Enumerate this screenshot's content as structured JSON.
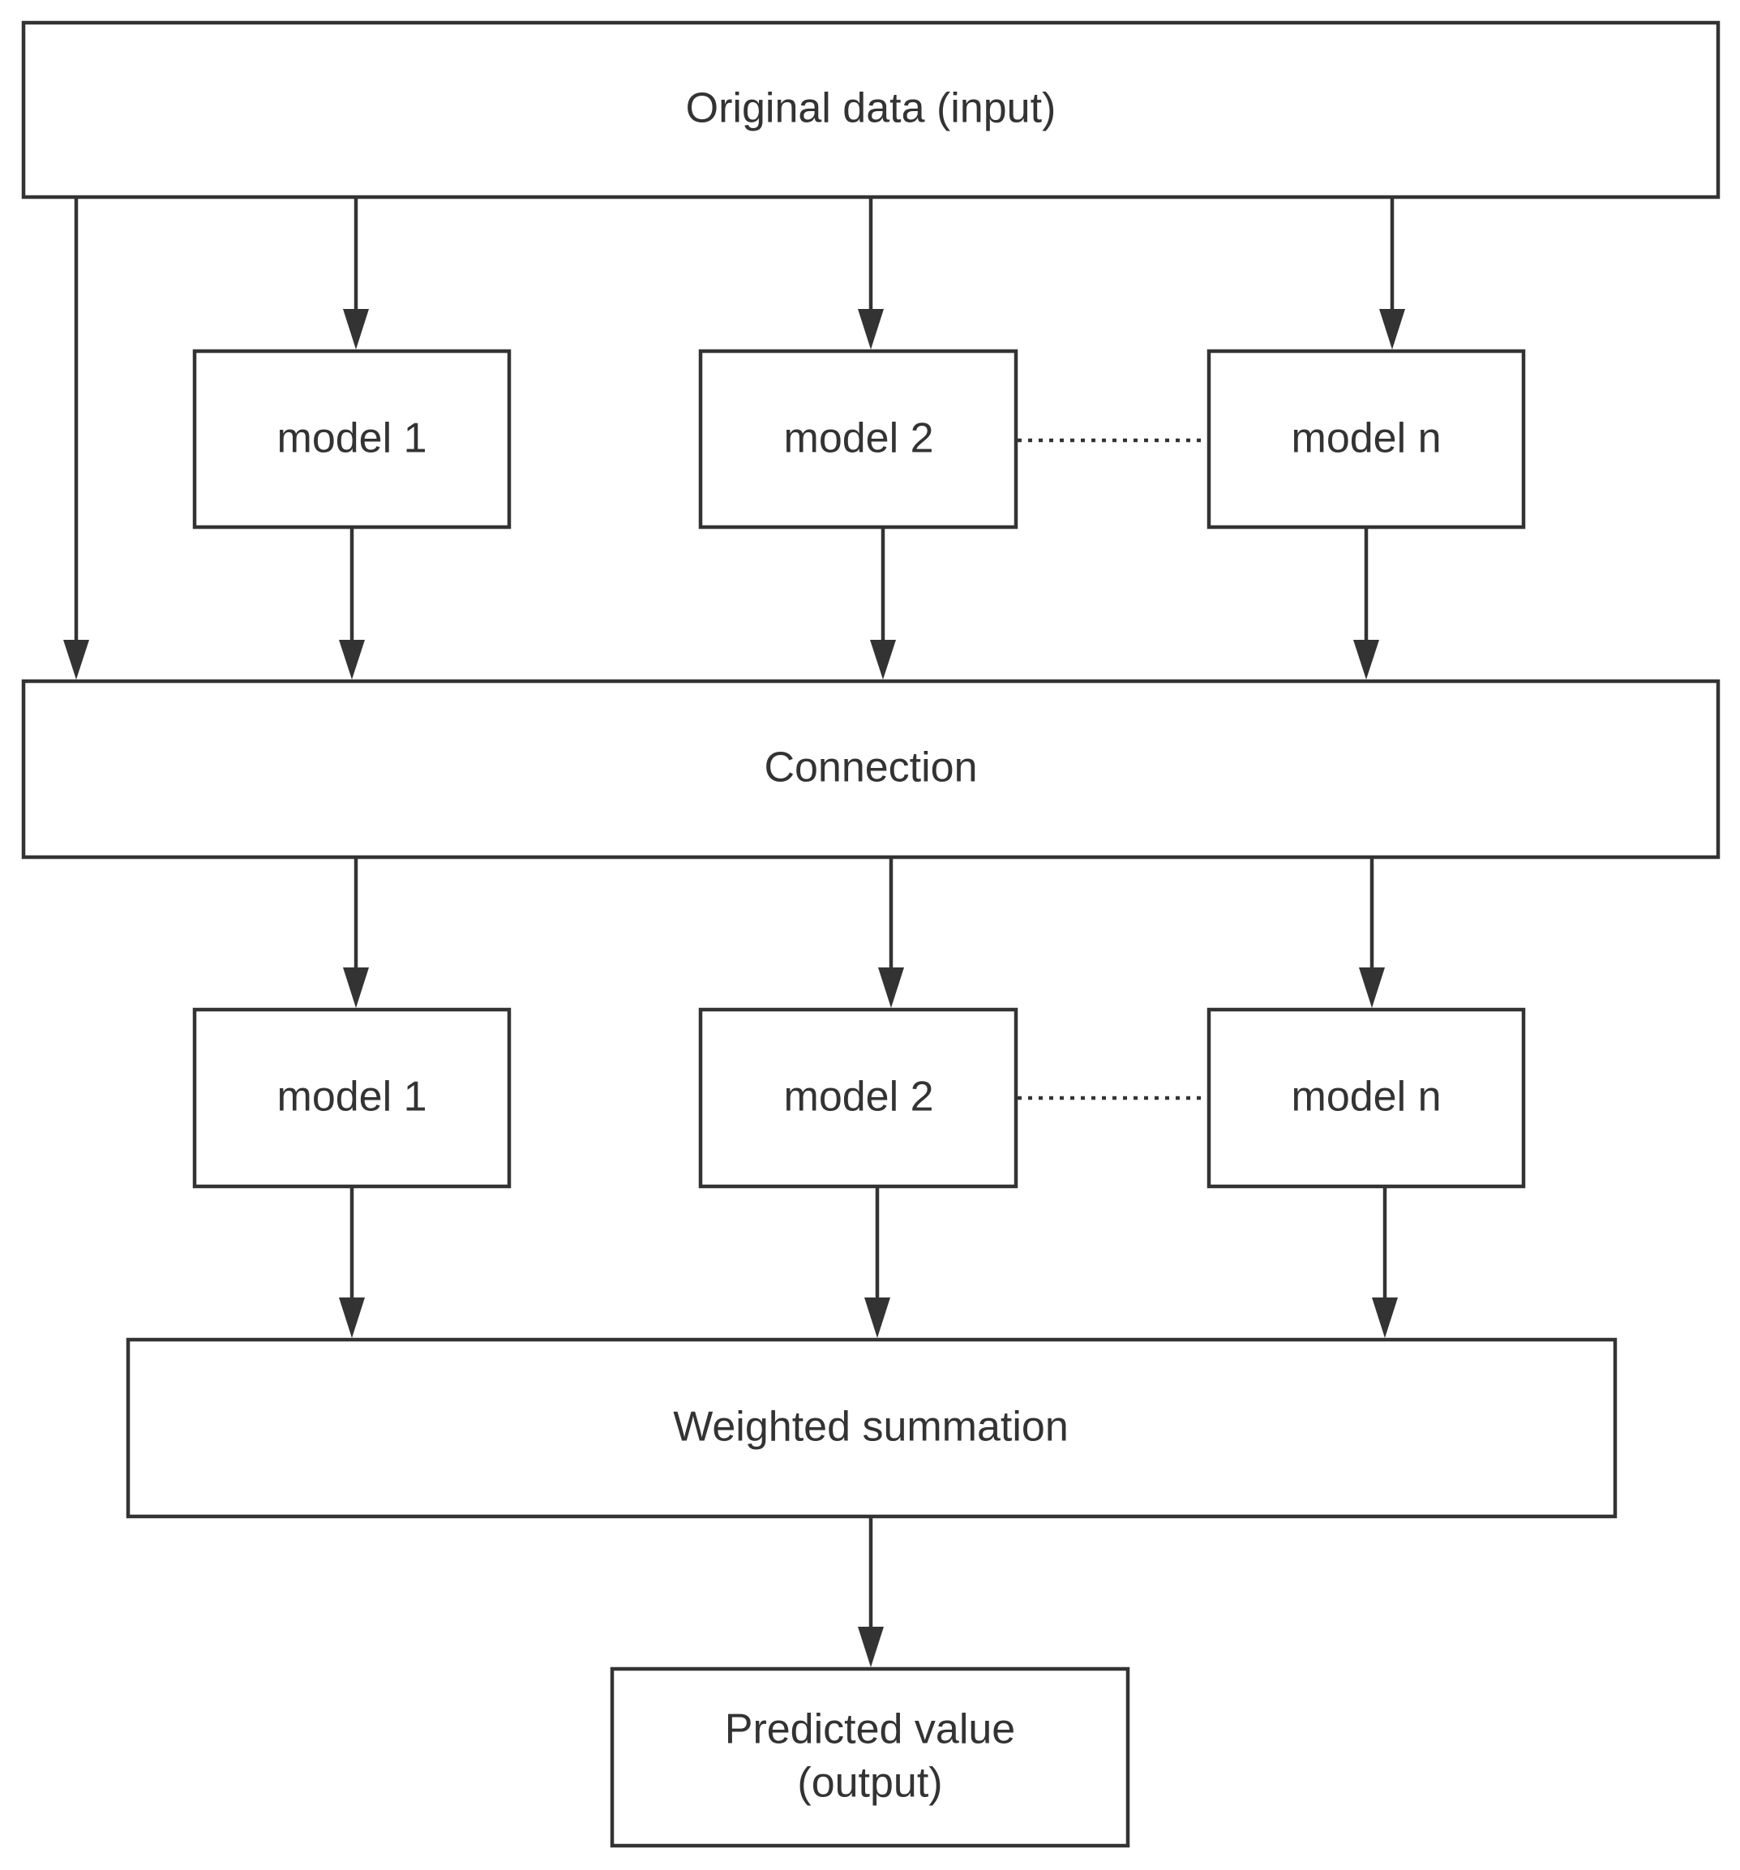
{
  "nodes": {
    "input": {
      "label": "Original data (input)"
    },
    "model1_a": {
      "label": "model 1"
    },
    "model2_a": {
      "label": "model 2"
    },
    "modeln_a": {
      "label": "model n"
    },
    "connection": {
      "label": "Connection"
    },
    "model1_b": {
      "label": "model 1"
    },
    "model2_b": {
      "label": "model 2"
    },
    "modeln_b": {
      "label": "model n"
    },
    "weighted": {
      "label": "Weighted summation"
    },
    "output": {
      "line1": "Predicted value",
      "line2": "(output)"
    }
  },
  "edges": [
    {
      "from": "input",
      "to": "connection"
    },
    {
      "from": "input",
      "to": "model1_a"
    },
    {
      "from": "input",
      "to": "model2_a"
    },
    {
      "from": "input",
      "to": "modeln_a"
    },
    {
      "from": "model1_a",
      "to": "connection"
    },
    {
      "from": "model2_a",
      "to": "connection"
    },
    {
      "from": "modeln_a",
      "to": "connection"
    },
    {
      "from": "connection",
      "to": "model1_b"
    },
    {
      "from": "connection",
      "to": "model2_b"
    },
    {
      "from": "connection",
      "to": "modeln_b"
    },
    {
      "from": "model1_b",
      "to": "weighted"
    },
    {
      "from": "model2_b",
      "to": "weighted"
    },
    {
      "from": "modeln_b",
      "to": "weighted"
    },
    {
      "from": "weighted",
      "to": "output"
    }
  ],
  "colors": {
    "stroke": "#333333",
    "background": "#ffffff"
  }
}
